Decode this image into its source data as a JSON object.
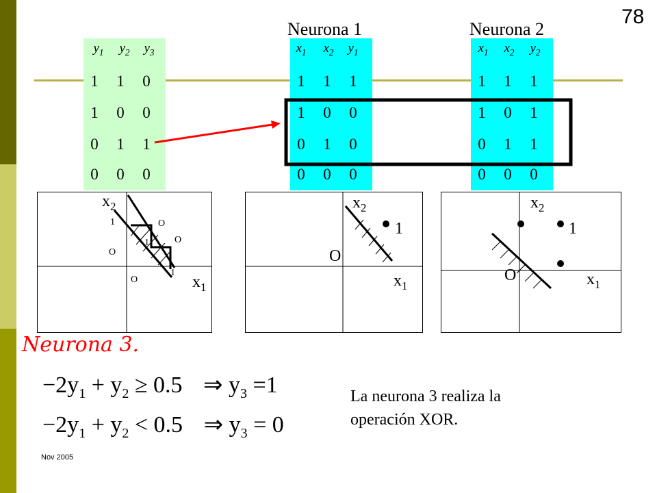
{
  "slide_number": "78",
  "neurona1_title": "Neurona 1",
  "neurona2_title": "Neurona 2",
  "table_y": {
    "headers": [
      "y1",
      "y2",
      "y3"
    ],
    "rows": [
      [
        "1",
        "1",
        "0"
      ],
      [
        "1",
        "0",
        "0"
      ],
      [
        "0",
        "1",
        "1"
      ],
      [
        "0",
        "0",
        "0"
      ]
    ]
  },
  "table_n1": {
    "headers": [
      "x1",
      "x2",
      "y1"
    ],
    "rows": [
      [
        "1",
        "1",
        "1"
      ],
      [
        "1",
        "0",
        "0"
      ],
      [
        "0",
        "1",
        "0"
      ],
      [
        "0",
        "0",
        "0"
      ]
    ]
  },
  "table_n2": {
    "headers": [
      "x1",
      "x2",
      "y2"
    ],
    "rows": [
      [
        "1",
        "1",
        "1"
      ],
      [
        "1",
        "0",
        "1"
      ],
      [
        "0",
        "1",
        "1"
      ],
      [
        "0",
        "0",
        "0"
      ]
    ]
  },
  "plot1": {
    "x_label": "x1",
    "y_label": "x2",
    "one_top": "1",
    "one_mid": "1",
    "one_right": "1",
    "o_label": "O"
  },
  "plot2": {
    "x_label": "x1",
    "y_label": "x2",
    "one": "1",
    "o_label": "O"
  },
  "plot3": {
    "x_label": "x1",
    "y_label": "x2",
    "one": "1",
    "o_label": "O"
  },
  "neurona3_label": "Neurona 3.",
  "eq1": {
    "lhs_a": "−2y",
    "lhs_b": "+ y",
    "op": "≥ 0.5",
    "implies": "⇒",
    "rhs_var": "y",
    "rhs_val": "=1"
  },
  "eq2": {
    "lhs_a": "−2y",
    "lhs_b": "+ y",
    "op": "< 0.5",
    "implies": "⇒",
    "rhs_var": "y",
    "rhs_val": "= 0"
  },
  "conclusion_line1": "La neurona 3 realiza la",
  "conclusion_line2": "operación XOR.",
  "footer": "Nov 2005"
}
